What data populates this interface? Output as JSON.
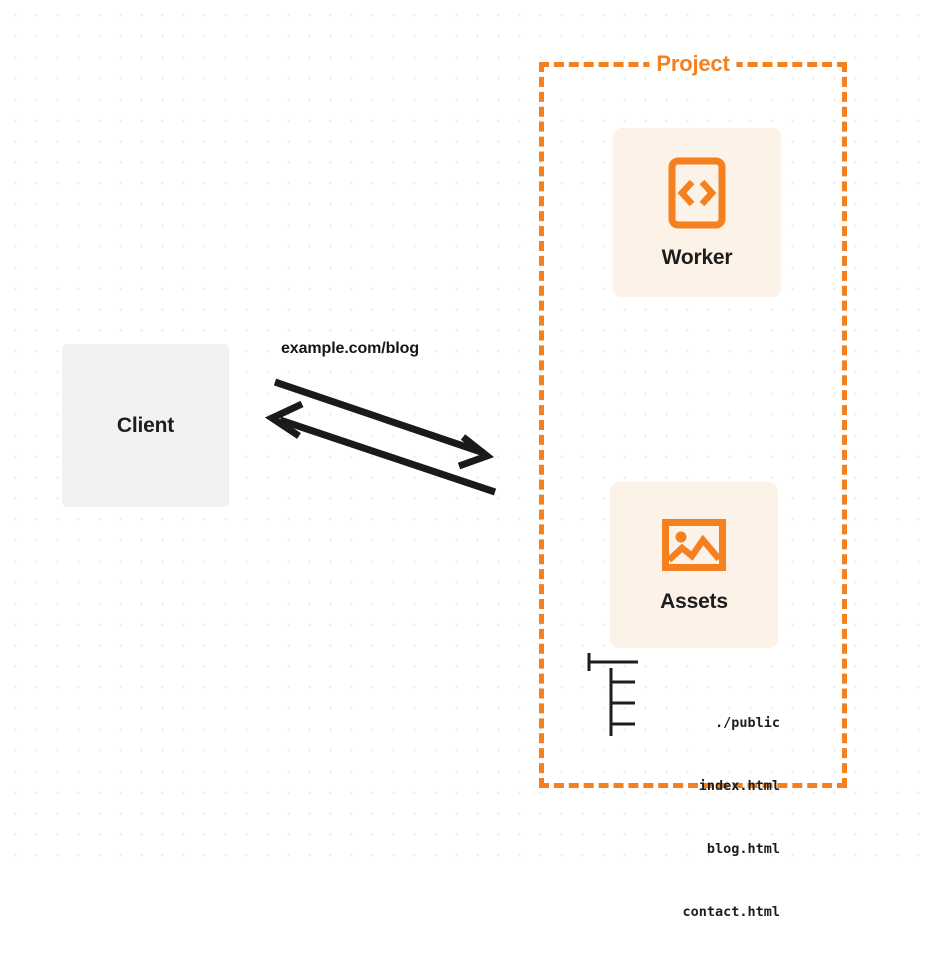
{
  "diagram": {
    "title": "Project",
    "client": {
      "label": "Client"
    },
    "request": {
      "label": "example.com/blog"
    },
    "services": [
      {
        "id": "worker",
        "label": "Worker",
        "icon": "code-brackets-icon"
      },
      {
        "id": "assets",
        "label": "Assets",
        "icon": "image-icon"
      }
    ],
    "file_tree": {
      "root": "./public",
      "files": [
        "index.html",
        "blog.html",
        "contact.html"
      ]
    },
    "colors": {
      "accent": "#f4801f",
      "card_background": "#fdf2e7",
      "client_background": "#f1f2f3",
      "text": "#1d1d1d",
      "grid_dot": "#e8e9ea",
      "arrow": "#1a1a1a"
    }
  }
}
